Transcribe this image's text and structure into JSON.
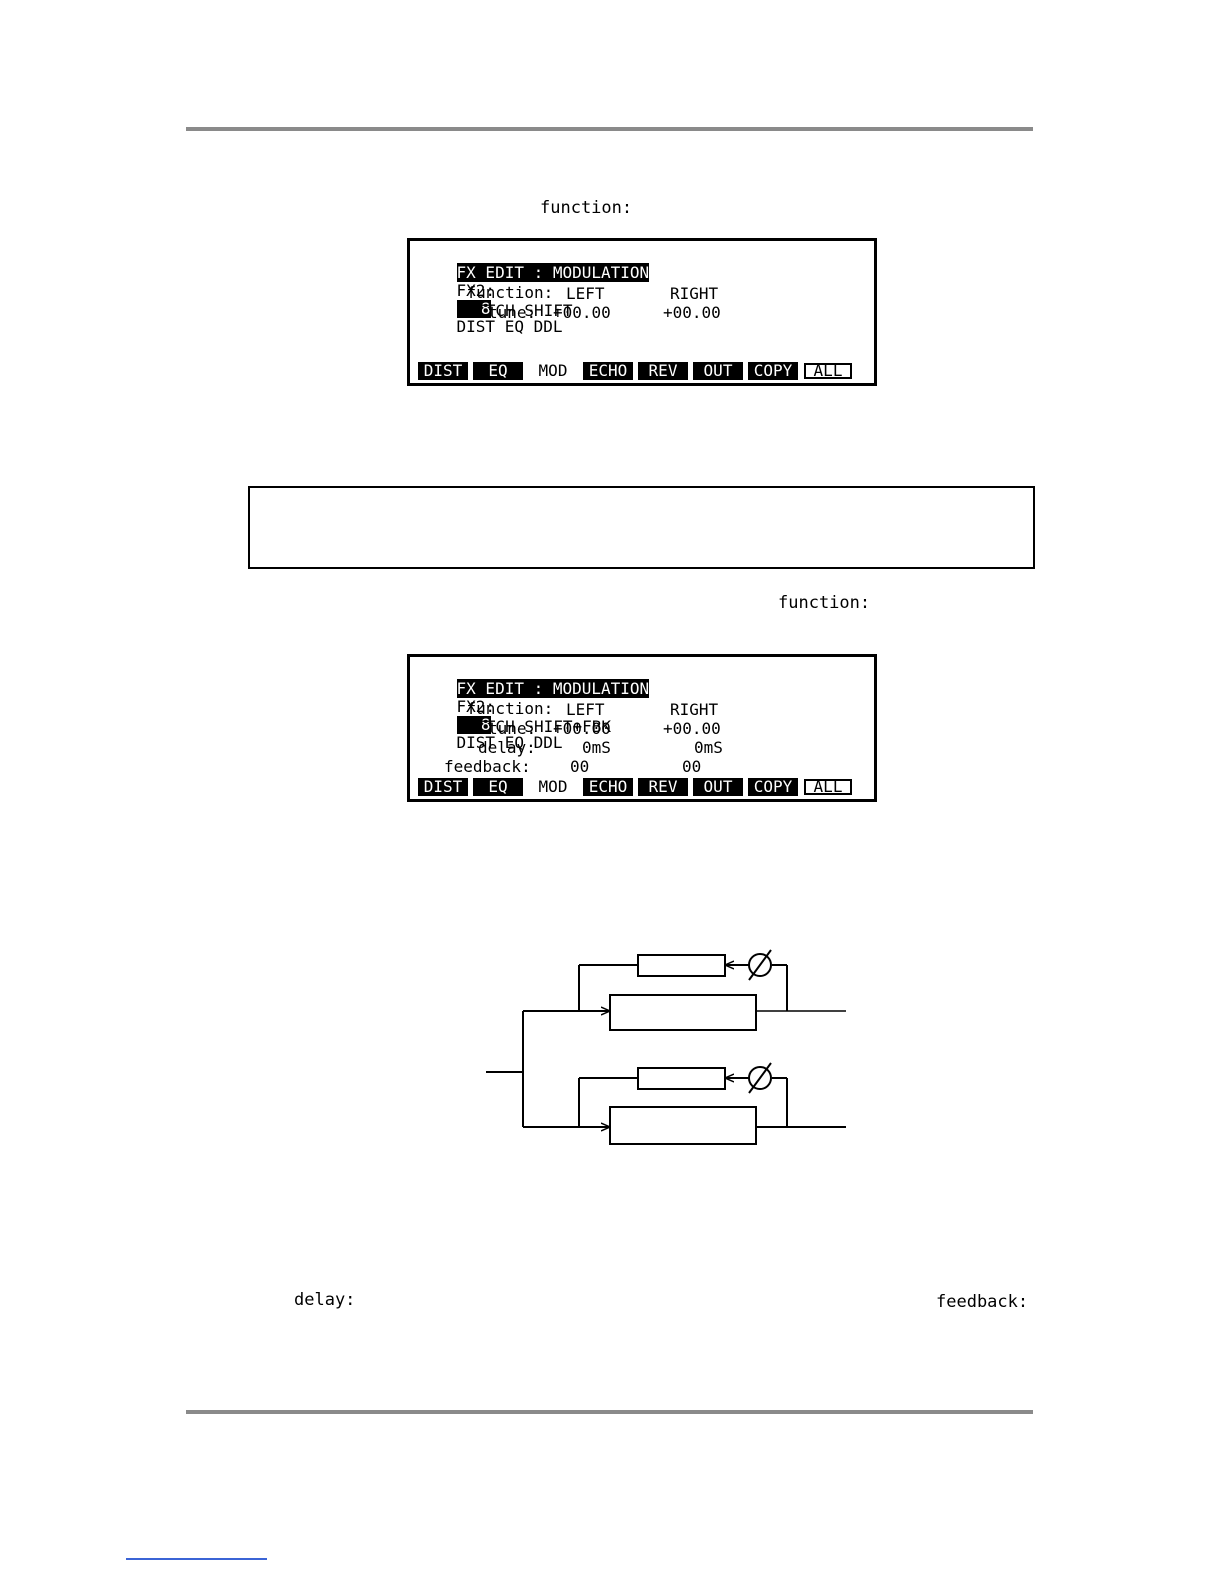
{
  "inline_labels": {
    "function_top": "function:",
    "function_mid": "function:",
    "delay": "delay:",
    "feedback": "feedback:"
  },
  "screen1": {
    "title": "FX EDIT : MODULATION",
    "fx_label": "FX2:",
    "fx_number": "8",
    "chain": "DIST EQ DDL",
    "function_label": "function:",
    "function_value": "PITCH SHIFT",
    "col_left": "LEFT",
    "col_right": "RIGHT",
    "tune_label": "tune:",
    "tune_left": "+00.00",
    "tune_right": "+00.00",
    "softkeys": [
      "DIST",
      "EQ",
      "MOD",
      "ECHO",
      "REV",
      "OUT",
      "COPY",
      "ALL"
    ]
  },
  "screen2": {
    "title": "FX EDIT : MODULATION",
    "fx_label": "FX2:",
    "fx_number": "8",
    "chain": "DIST EQ DDL",
    "function_label": "function:",
    "function_value": "PITCH SHIFT+FBK",
    "col_left": "LEFT",
    "col_right": "RIGHT",
    "tune_label": "tune:",
    "tune_left": "+00.00",
    "tune_right": "+00.00",
    "delay_label": "delay:",
    "delay_left": "0mS",
    "delay_right": "0mS",
    "feedback_label": "feedback:",
    "feedback_left": "00",
    "feedback_right": "00",
    "softkeys": [
      "DIST",
      "EQ",
      "MOD",
      "ECHO",
      "REV",
      "OUT",
      "COPY",
      "ALL"
    ]
  },
  "colors": {
    "rule": "#8a8a8a",
    "link_underline": "#3b64d6"
  }
}
